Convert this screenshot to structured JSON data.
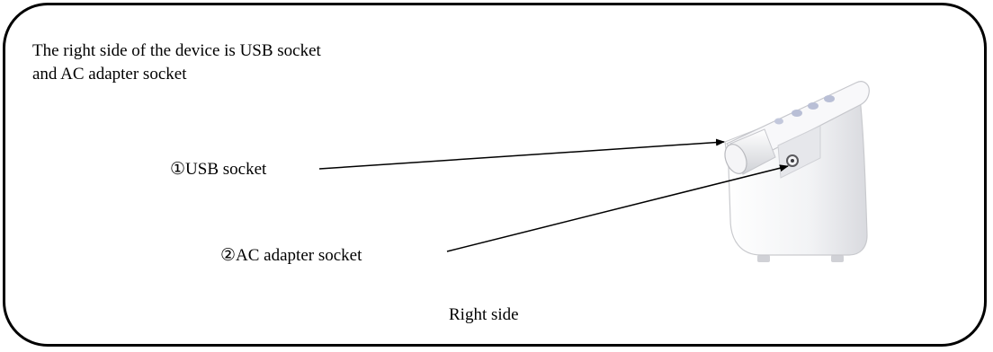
{
  "intro": {
    "line1": "The right side of the device is USB socket",
    "line2": "and AC adapter socket"
  },
  "callouts": {
    "usb": "①USB socket",
    "ac": "②AC adapter socket"
  },
  "caption": "Right side",
  "colors": {
    "border": "#000000",
    "device_body": "#f4f4f6",
    "device_shade": "#d8d9de",
    "button_accent": "#b9bfd6"
  }
}
